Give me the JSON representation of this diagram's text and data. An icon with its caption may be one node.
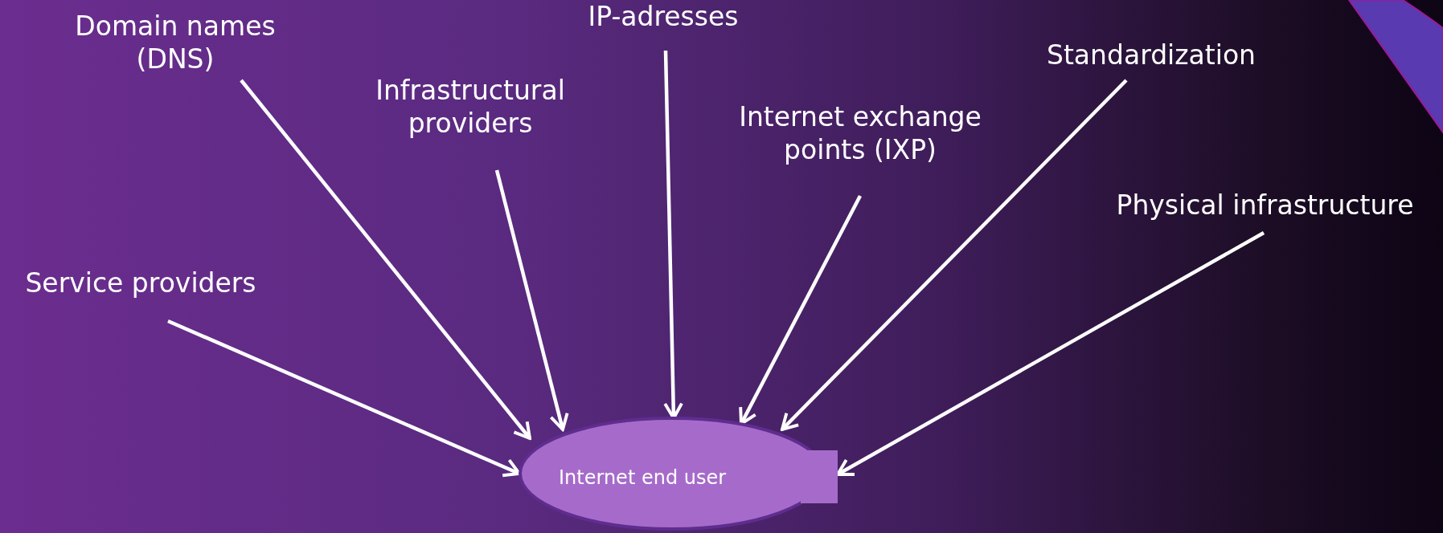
{
  "diagram": {
    "nodes": [
      {
        "text": [
          "Service providers"
        ]
      },
      {
        "text": [
          "Domain names (DNS)"
        ]
      },
      {
        "text": [
          "Infrastructural providers"
        ]
      },
      {
        "text": [
          "IP-adresses"
        ]
      },
      {
        "text": [
          "Internet exchange points (IXP)"
        ]
      },
      {
        "text": [
          "Standardization"
        ]
      },
      {
        "text": [
          "Physical infrastructure"
        ]
      },
      {
        "text": [
          "Internet end user"
        ]
      }
    ],
    "edges": [
      {
        "from": 0,
        "to": 7,
        "arrow": "to"
      },
      {
        "from": 1,
        "to": 7,
        "arrow": "to"
      },
      {
        "from": 2,
        "to": 7,
        "arrow": "to"
      },
      {
        "from": 3,
        "to": 7,
        "arrow": "to"
      },
      {
        "from": 4,
        "to": 7,
        "arrow": "to"
      },
      {
        "from": 5,
        "to": 7,
        "arrow": "to"
      },
      {
        "from": 6,
        "to": 7,
        "arrow": "to"
      }
    ]
  }
}
